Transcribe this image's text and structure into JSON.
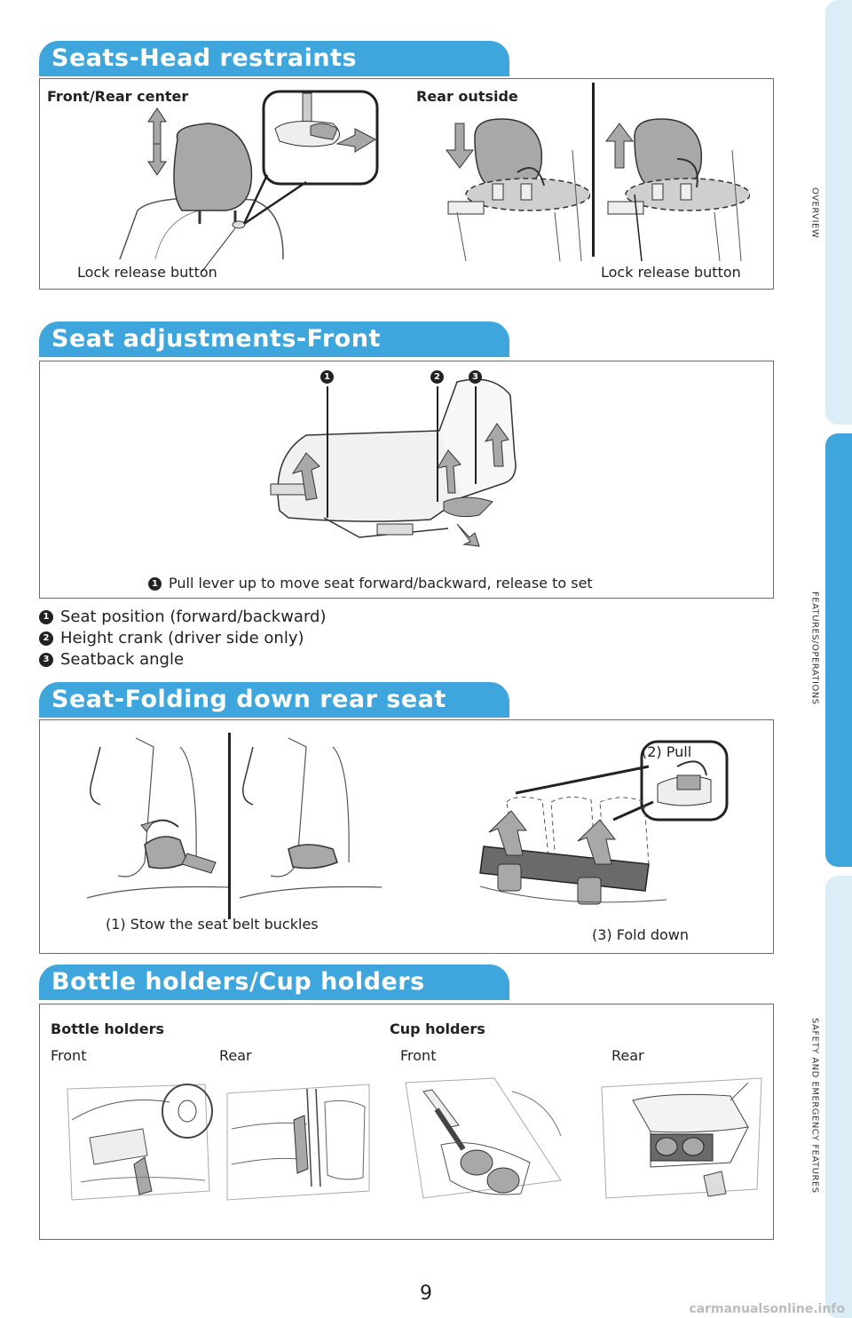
{
  "sections": {
    "head_restraints": {
      "title": "Seats-Head restraints",
      "front_rear_center": "Front/Rear center",
      "rear_outside": "Rear outside",
      "lock_left": "Lock release button",
      "lock_right": "Lock release button"
    },
    "seat_front": {
      "title": "Seat adjustments-Front",
      "markers": [
        "1",
        "2",
        "3"
      ],
      "caption_num": "1",
      "caption": "Pull lever up to move seat forward/backward, release to set",
      "legend": [
        {
          "num": "1",
          "text": "Seat position (forward/backward)"
        },
        {
          "num": "2",
          "text": "Height crank (driver side only)"
        },
        {
          "num": "3",
          "text": "Seatback angle"
        }
      ]
    },
    "folding": {
      "title": "Seat-Folding down rear seat",
      "pull": "(2) Pull",
      "stow": "(1) Stow the seat belt buckles",
      "fold": "(3) Fold down"
    },
    "holders": {
      "title": "Bottle holders/Cup holders",
      "bottle": "Bottle holders",
      "cup": "Cup holders",
      "bottle_front": "Front",
      "bottle_rear": "Rear",
      "cup_front": "Front",
      "cup_rear": "Rear"
    }
  },
  "side_tabs": {
    "overview": "OVERVIEW",
    "features": "FEATURES/OPERATIONS",
    "safety": "SAFETY AND EMERGENCY FEATURES"
  },
  "page_number": "9",
  "watermark": "carmanualsonline.info",
  "colors": {
    "accent": "#3ea6dd",
    "tab_inactive": "#dbeef8",
    "illustration_gray": "#a8a8a8"
  }
}
